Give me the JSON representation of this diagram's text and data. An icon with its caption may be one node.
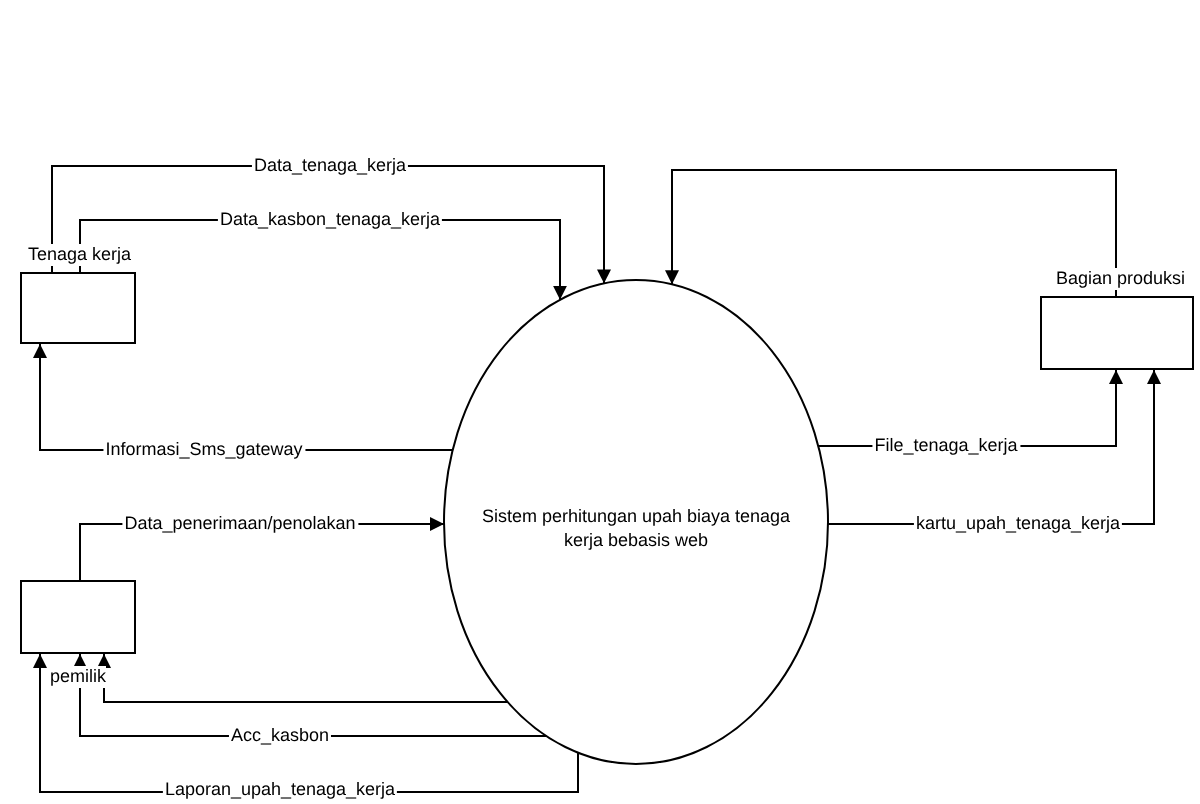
{
  "diagram": {
    "nodes": [
      {
        "text": [
          "Tenaga kerja"
        ]
      },
      {
        "text": [
          "Bagian produksi"
        ]
      },
      {
        "text": [
          "Sistem perhitungan upah biaya tenaga kerja bebasis web"
        ]
      },
      {
        "text": [
          "pemilik"
        ]
      }
    ],
    "edges": [
      {
        "from": 0,
        "to": 2,
        "arrow": "to",
        "label": "Data_tenaga_kerja"
      },
      {
        "from": 0,
        "to": 2,
        "arrow": "to",
        "label": "Data_kasbon_tenaga_kerja"
      },
      {
        "from": 1,
        "to": 2,
        "arrow": "to"
      },
      {
        "from": 2,
        "to": 0,
        "arrow": "to",
        "label": "Informasi_Sms_gateway"
      },
      {
        "from": 3,
        "to": 2,
        "arrow": "to",
        "label": "Data_penerimaan/penolakan"
      },
      {
        "from": 2,
        "to": 1,
        "arrow": "to",
        "label": "File_tenaga_kerja"
      },
      {
        "from": 2,
        "to": 1,
        "arrow": "to",
        "label": "kartu_upah_tenaga_kerja"
      },
      {
        "from": 2,
        "to": 3,
        "arrow": "to"
      },
      {
        "from": 2,
        "to": 3,
        "arrow": "to",
        "label": "Acc_kasbon"
      },
      {
        "from": 2,
        "to": 3,
        "arrow": "to",
        "label": "Laporan_upah_tenaga_kerja"
      }
    ]
  }
}
